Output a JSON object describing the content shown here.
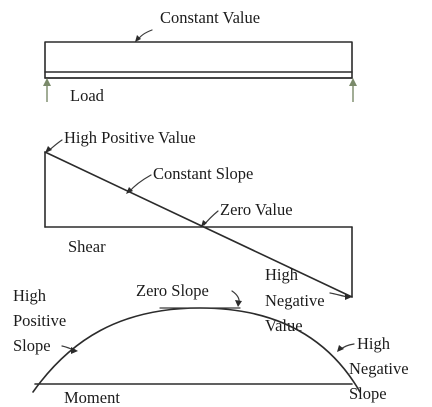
{
  "load_diagram": {
    "label": "Load",
    "annotation": "Constant Value"
  },
  "shear_diagram": {
    "label": "Shear",
    "annotations": {
      "high_positive": "High Positive Value",
      "constant_slope": "Constant Slope",
      "zero_value": "Zero Value",
      "high_negative_line1": "High",
      "high_negative_line2": "Negative",
      "high_negative_line3": "Value"
    }
  },
  "moment_diagram": {
    "label": "Moment",
    "annotations": {
      "zero_slope": "Zero Slope",
      "high_positive_slope_line1": "High",
      "high_positive_slope_line2": "Positive",
      "high_positive_slope_line3": "Slope",
      "high_negative_slope_line1": "High",
      "high_negative_slope_line2": "Negative",
      "high_negative_slope_line3": "Slope"
    }
  },
  "colors": {
    "ink": "#2b2b2b",
    "support": "#7a8a6a"
  }
}
